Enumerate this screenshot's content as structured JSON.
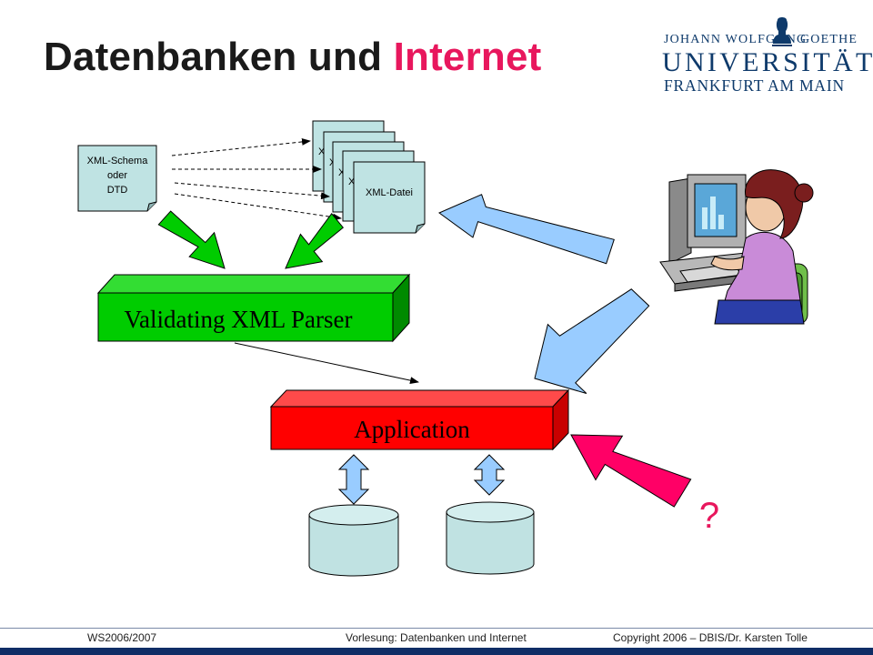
{
  "slide": {
    "title_main": "Datenbanken und ",
    "title_accent": "Internet"
  },
  "logo": {
    "line1_left": "JOHANN WOLFGANG",
    "line1_right": "GOETHE",
    "line2": "UNIVERSITÄT",
    "line3": "FRANKFURT AM MAIN"
  },
  "diagram": {
    "schema_doc": [
      "XML-Schema",
      "oder",
      "DTD"
    ],
    "stack_fragments": [
      "X",
      "X",
      "X",
      "X"
    ],
    "xml_doc": "XML-Datei",
    "parser": "Validating XML Parser",
    "application": "Application",
    "question": "?"
  },
  "colors": {
    "accent": "#e8175d",
    "doc_fill": "#bfe3e3",
    "parser_green": "#00cc00",
    "app_red": "#ff0000",
    "blue_arrow": "#99ccff",
    "magenta_arrow": "#ff0066",
    "db_fill": "#c0e2e2"
  },
  "footer": {
    "left": "WS2006/2007",
    "middle": "Vorlesung: Datenbanken und Internet",
    "right": "Copyright 2006 – DBIS/Dr. Karsten Tolle"
  }
}
